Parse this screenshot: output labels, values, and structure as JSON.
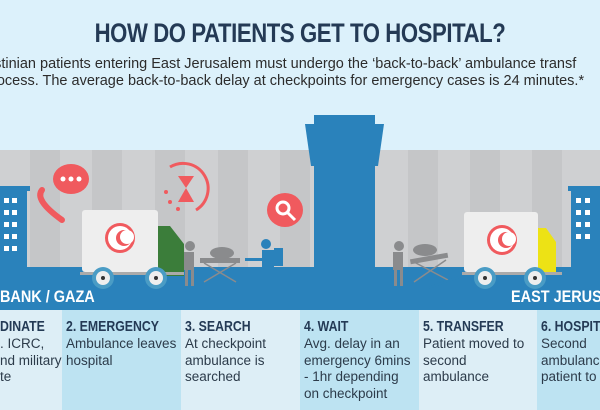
{
  "header": {
    "title": "HOW DO PATIENTS GET TO HOSPITAL?",
    "subtitle_line1": "estinian patients entering East Jerusalem must undergo the ‘back-to-back’ ambulance transf",
    "subtitle_line2": "rocess. The average back-to-back delay at checkpoints for emergency cases is 24 minutes.*"
  },
  "regions": {
    "left": "BANK / GAZA",
    "right": "EAST JERUS"
  },
  "steps": [
    {
      "title": "DINATE",
      "lines": [
        ". ICRC,",
        "nd military",
        "te"
      ]
    },
    {
      "title": "2. EMERGENCY",
      "lines": [
        "Ambulance leaves",
        "hospital"
      ]
    },
    {
      "title": "3. SEARCH",
      "lines": [
        "At checkpoint",
        "ambulance is",
        "searched"
      ]
    },
    {
      "title": "4. WAIT",
      "lines": [
        "Avg. delay in an",
        "emergency 6mins",
        "- 1hr depending",
        "on checkpoint"
      ]
    },
    {
      "title": "5. TRANSFER",
      "lines": [
        "Patient moved to",
        "second",
        "ambulance"
      ]
    },
    {
      "title": "6. HOSPITA",
      "lines": [
        "Second",
        "ambulance",
        "patient to"
      ]
    }
  ],
  "colors": {
    "background": "#dcf1fb",
    "accent_blue": "#2a82bb",
    "alert_red": "#f05a5e",
    "wall_grey": "#cfd0d2"
  }
}
